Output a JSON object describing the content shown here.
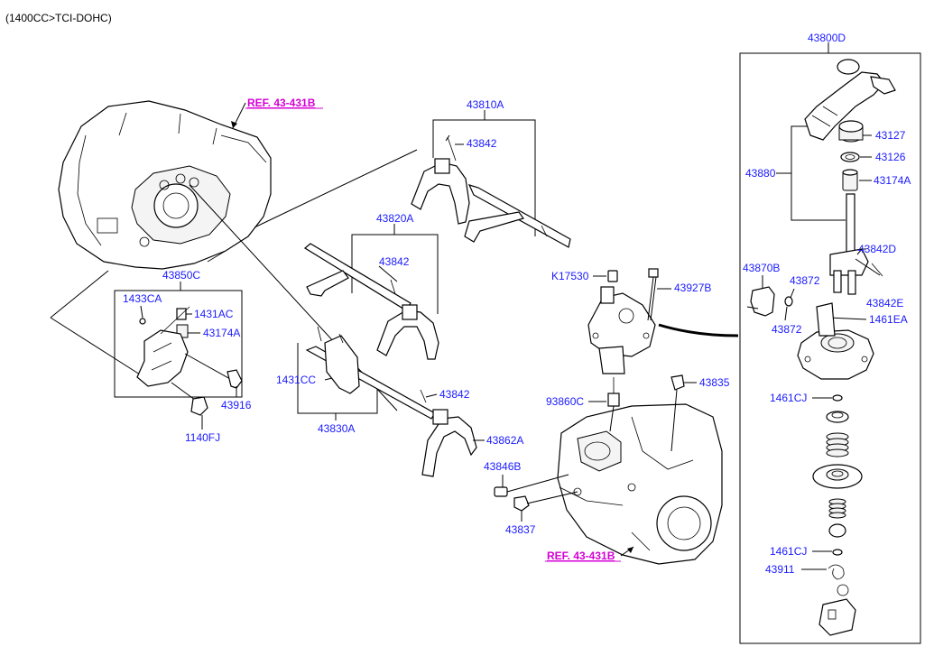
{
  "header": {
    "variant": "(1400CC>TCI-DOHC)"
  },
  "references": {
    "ref_top": "REF. 43-431B",
    "ref_bottom": "REF. 43-431B"
  },
  "labels": {
    "p43800D": "43800D",
    "p43127": "43127",
    "p43126": "43126",
    "p43174A_right": "43174A",
    "p43880": "43880",
    "p43842D": "43842D",
    "p43842E": "43842E",
    "p43870B": "43870B",
    "p43872_a": "43872",
    "p43872_b": "43872",
    "p1461EA": "1461EA",
    "p1461CJ_a": "1461CJ",
    "p1461CJ_b": "1461CJ",
    "p43911": "43911",
    "p43810A": "43810A",
    "p43842_a": "43842",
    "p43820A": "43820A",
    "p43842_b": "43842",
    "p43850C": "43850C",
    "p1433CA": "1433CA",
    "p1431AC": "1431AC",
    "p43174A_left": "43174A",
    "p43916": "43916",
    "p1140FJ": "1140FJ",
    "p1431CC": "1431CC",
    "p43842_c": "43842",
    "p43830A": "43830A",
    "p43862A": "43862A",
    "p43846B": "43846B",
    "p43837": "43837",
    "pK17530": "K17530",
    "p43927B": "43927B",
    "p93860C": "93860C",
    "p43835": "43835"
  },
  "colors": {
    "label": "#1a1aff",
    "reference": "#d400d4",
    "line": "#000000"
  }
}
